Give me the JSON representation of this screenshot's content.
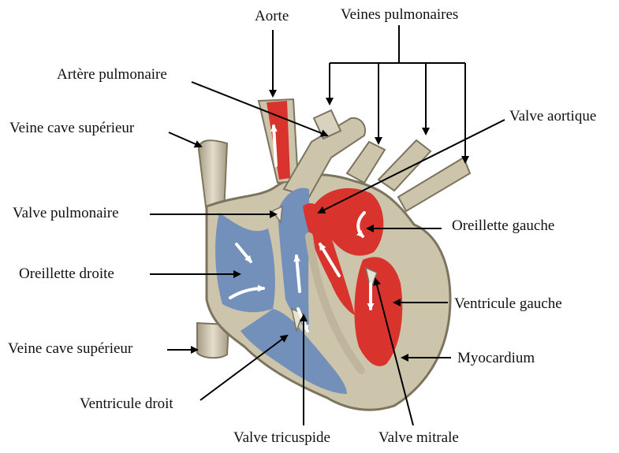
{
  "labels": {
    "aorte": "Aorte",
    "veines_pulmonaires": "Veines pulmonaires",
    "artere_pulmonaire": "Artère pulmonaire",
    "veine_cave_sup": "Veine cave supérieur",
    "valve_aortique": "Valve aortique",
    "valve_pulmonaire": "Valve pulmonaire",
    "oreillette_gauche": "Oreillette gauche",
    "oreillette_droite": "Oreillette droite",
    "ventricule_gauche": "Ventricule gauche",
    "veine_cave_inf": "Veine cave supérieur",
    "myocardium": "Myocardium",
    "ventricule_droit": "Ventricule droit",
    "valve_tricuspide": "Valve tricuspide",
    "valve_mitrale": "Valve mitrale"
  },
  "colors": {
    "tissue": "#c8bfa8",
    "tissue_dark": "#8f8670",
    "tissue_light": "#e8e2d2",
    "oxygenated": "#d8332d",
    "deoxygenated": "#7390bb",
    "arrow": "#ffffff",
    "label_line": "#000000"
  }
}
